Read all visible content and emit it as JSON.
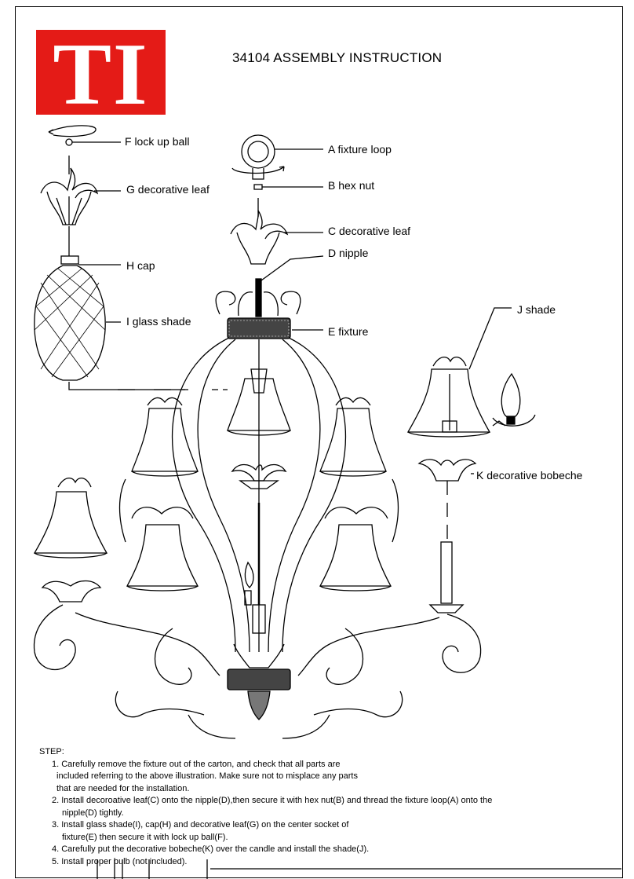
{
  "logo": {
    "text": "TI",
    "color": "#e41b17"
  },
  "title": "34104 ASSEMBLY INSTRUCTION",
  "parts": {
    "F": "F lock up ball",
    "G": "G decorative leaf",
    "H": "H cap",
    "I": "I glass shade",
    "A": "A fixture loop",
    "B": "B hex nut",
    "C": "C decorative leaf",
    "D": "D  nipple",
    "E": "E  fixture",
    "J": "J shade",
    "K": "K   decorative bobeche"
  },
  "steps": {
    "heading": "STEP:",
    "lines": [
      "1. Carefully remove the fixture out of the carton, and check that all parts are",
      "included referring to the above illustration. Make sure not to misplace any parts",
      "that are needed for the installation.",
      "2. Install decoroative leaf(C) onto the nipple(D),then secure it with hex    nut(B) and thread the fixture loop(A) onto the",
      "nipple(D) tightly.",
      "3. Install glass shade(I), cap(H) and decorative leaf(G) on the center socket of",
      "fixture(E) then secure it with lock up ball(F).",
      "4.  Carefully put the decorative bobeche(K) over the candle and install the shade(J).",
      "5.  Install proper bulb (not included)."
    ]
  }
}
